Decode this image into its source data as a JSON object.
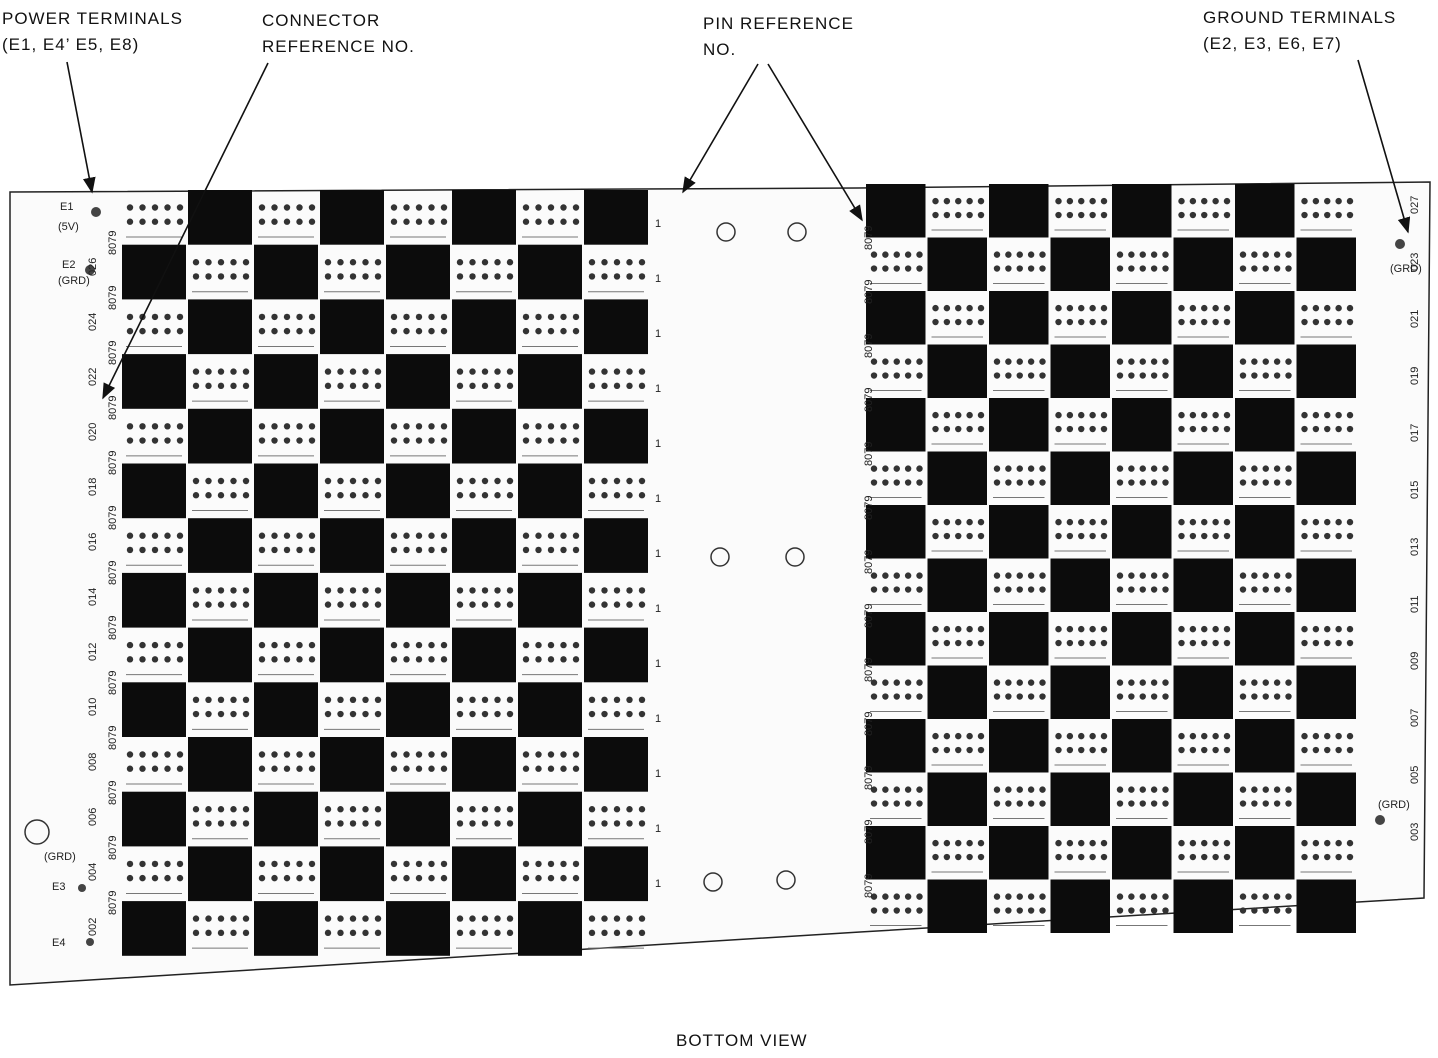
{
  "callouts": {
    "power_terminals": {
      "line1": "POWER TERMINALS",
      "line2": "(E1, E4’ E5, E8)"
    },
    "connector_reference": {
      "line1": "CONNECTOR",
      "line2": "REFERENCE NO."
    },
    "pin_reference": {
      "line1": "PIN REFERENCE",
      "line2": "NO."
    },
    "ground_terminals": {
      "line1": "GROUND TERMINALS",
      "line2": "(E2, E3, E6, E7)"
    }
  },
  "caption": "BOTTOM VIEW",
  "terminals": {
    "e1": "E1",
    "e1_voltage": "(5V)",
    "e2": "E2",
    "e2_type": "(GRD)",
    "e3": "E3",
    "e3_type": "(GRD)",
    "e4": "E4",
    "e6_type": "(GRD)",
    "e7_type": "(GRD)"
  },
  "left_connectors": [
    "026",
    "024",
    "022",
    "020",
    "018",
    "016",
    "014",
    "012",
    "010",
    "008",
    "006",
    "004",
    "002"
  ],
  "right_connectors": [
    "027",
    "023",
    "021",
    "019",
    "017",
    "015",
    "013",
    "011",
    "009",
    "007",
    "005",
    "003"
  ],
  "pin_labels": {
    "first": "80",
    "second": "79",
    "last": "1"
  }
}
